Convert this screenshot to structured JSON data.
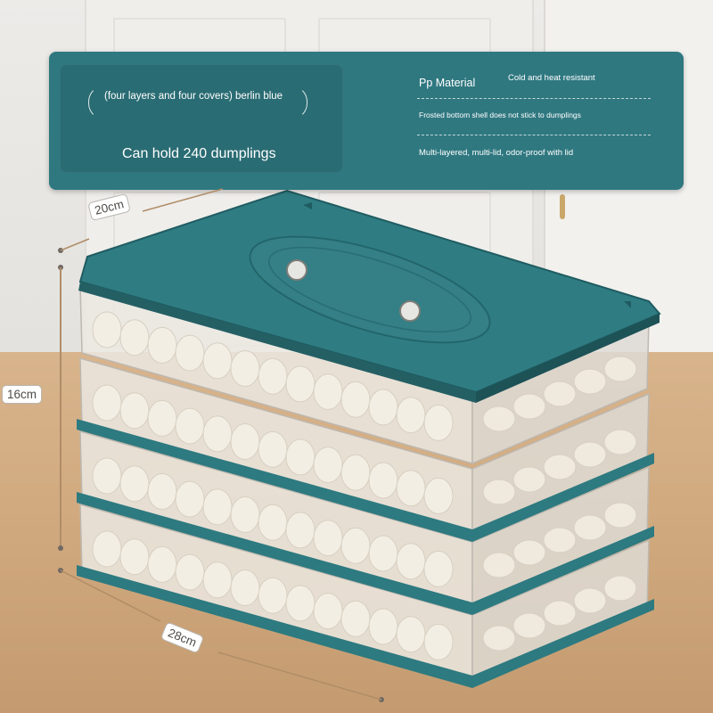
{
  "banner": {
    "variant_text": "(four layers and four covers) berlin blue",
    "capacity_text": "Can hold 240 dumplings",
    "features": {
      "material": "Pp Material",
      "temperature": "Cold and heat resistant",
      "bottom": "Frosted bottom shell does not stick to dumplings",
      "design": "Multi-layered, multi-lid, odor-proof with lid"
    }
  },
  "dimensions": {
    "width": "20cm",
    "height": "16cm",
    "length": "28cm"
  },
  "product": {
    "layers": 4,
    "lid_color": "#2d7a80"
  }
}
